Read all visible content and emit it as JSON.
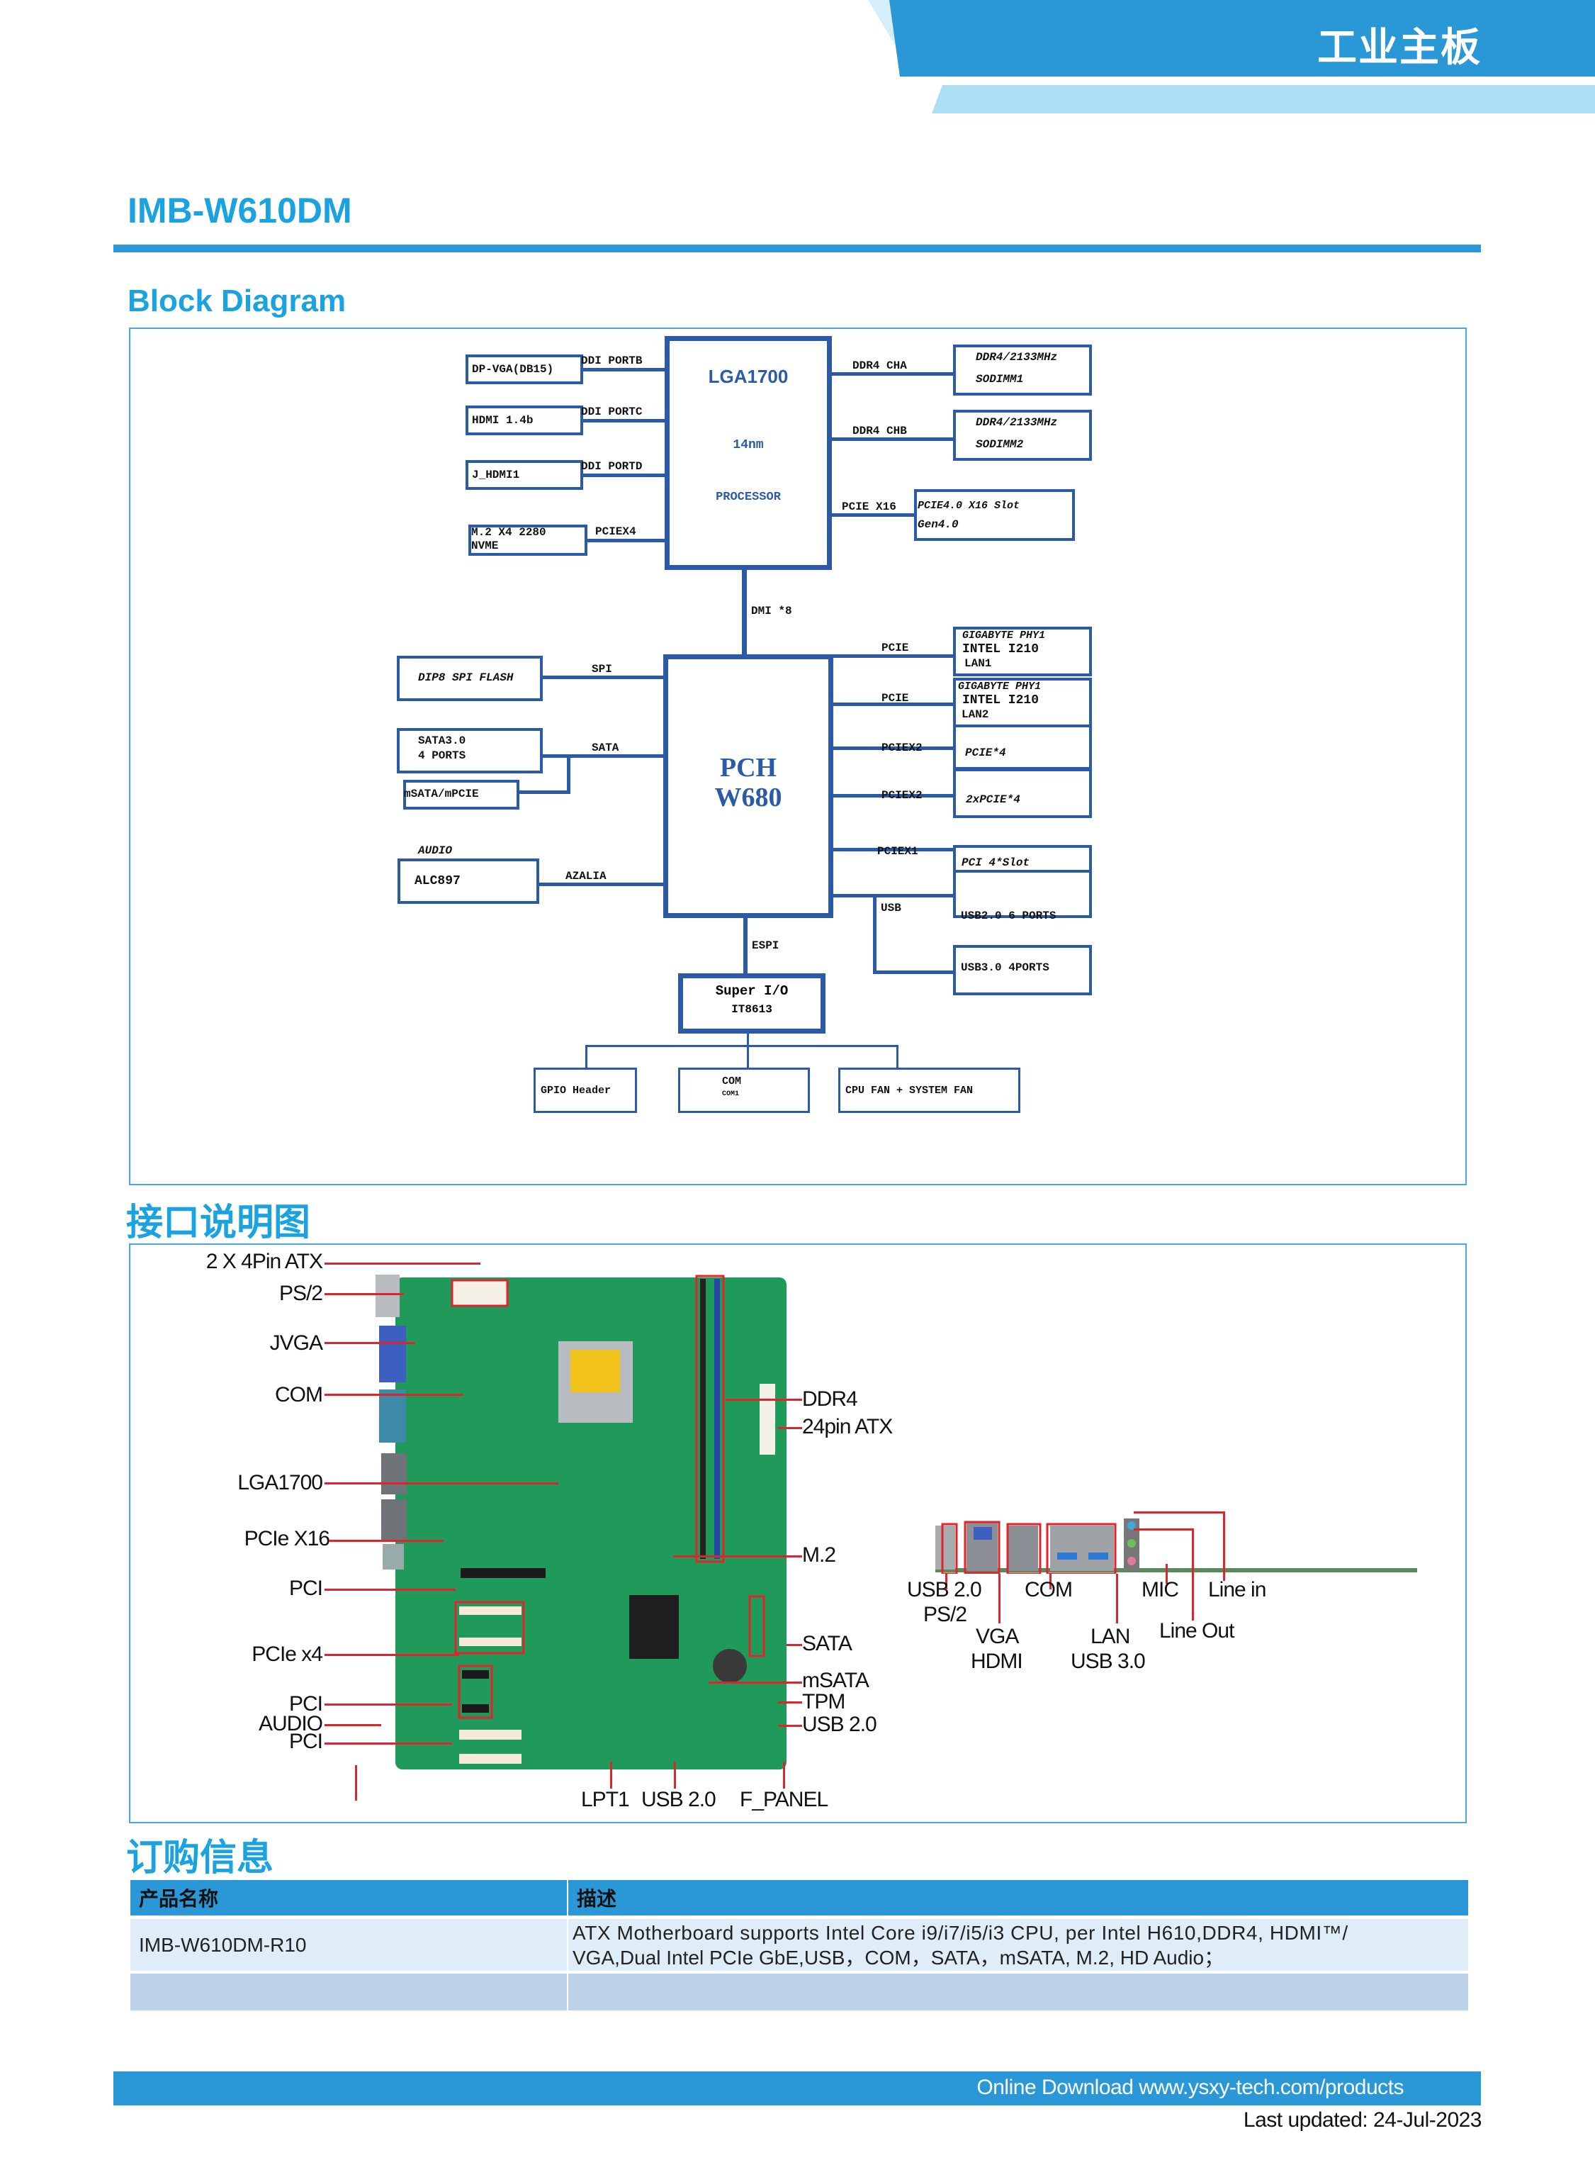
{
  "header": {
    "category": "工业主板",
    "colors": {
      "primary": "#2a98d6",
      "light": "#aadff6",
      "title": "#1aa3e0",
      "diagram_line": "#2b5ba8",
      "callout": "#e0242c"
    }
  },
  "model": "IMB-W610DM",
  "block_diagram": {
    "title": "Block Diagram",
    "cpu": {
      "name": "LGA1700",
      "process": "14nm",
      "label": "PROCESSOR"
    },
    "cpu_left": [
      {
        "device": "DP-VGA(DB15)",
        "bus": "DDI PORTB"
      },
      {
        "device": "HDMI 1.4b",
        "bus": "DDI PORTC"
      },
      {
        "device": "J_HDMI1",
        "bus": "DDI PORTD"
      },
      {
        "device_line1": "M.2 X4 2280",
        "device_line2": "NVME",
        "bus": "PCIEX4"
      }
    ],
    "cpu_right": [
      {
        "bus": "DDR4 CHA",
        "line1": "DDR4/2133MHz",
        "line2": "SODIMM1"
      },
      {
        "bus": "DDR4 CHB",
        "line1": "DDR4/2133MHz",
        "line2": "SODIMM2"
      },
      {
        "bus": "PCIE X16",
        "line1": "PCIE4.0 X16 Slot",
        "line2": "Gen4.0"
      }
    ],
    "dmi": "DMI *8",
    "pch": {
      "line1": "PCH",
      "line2": "W680"
    },
    "pch_left": [
      {
        "device": "DIP8 SPI FLASH",
        "bus": "SPI"
      },
      {
        "device_line1": "SATA3.0",
        "device_line2": "4 PORTS",
        "bus": "SATA"
      },
      {
        "device": "mSATA/mPCIE"
      },
      {
        "caption": "AUDIO",
        "device": "ALC897",
        "bus": "AZALIA"
      }
    ],
    "pch_right": [
      {
        "bus": "PCIE",
        "line1": "GIGABYTE PHY1",
        "line2": "INTEL I210",
        "line3": "LAN1"
      },
      {
        "bus": "PCIE",
        "line1": "GIGABYTE PHY1",
        "line2": "INTEL I210",
        "line3": "LAN2"
      },
      {
        "bus": "PCIEX2",
        "line1": "PCIE*4"
      },
      {
        "bus": "PCIEX2",
        "line1": "2xPCIE*4"
      },
      {
        "bus": "PCIEX1",
        "line1": "PCI 4*Slot"
      },
      {
        "bus": "USB",
        "line1": "USB2.0 6 PORTS"
      },
      {
        "line1": "USB3.0 4PORTS"
      }
    ],
    "espi": "ESPI",
    "superio": {
      "line1": "Super I/O",
      "line2": "IT8613"
    },
    "superio_children": [
      {
        "line1": "GPIO Header"
      },
      {
        "line1": "COM",
        "line2": "COM1"
      },
      {
        "line1": "CPU FAN + SYSTEM FAN"
      }
    ]
  },
  "interface": {
    "title": "接口说明图",
    "board_left": [
      "2  X 4Pin ATX",
      "PS/2",
      "JVGA",
      "COM",
      "LGA1700",
      "PCIe X16",
      "PCI",
      "PCIe x4",
      "PCI",
      "AUDIO",
      "PCI"
    ],
    "board_right": [
      "DDR4",
      "24pin ATX",
      "M.2",
      "SATA",
      "mSATA",
      "TPM",
      "USB 2.0"
    ],
    "board_bottom": [
      "LPT1",
      "USB 2.0",
      "F_PANEL"
    ],
    "rear_io": {
      "usb_ps2": [
        "USB 2.0",
        "PS/2"
      ],
      "vga_hdmi": [
        "VGA",
        "HDMI"
      ],
      "com": "COM",
      "lan_usb3": [
        "LAN",
        "USB 3.0"
      ],
      "mic": "MIC",
      "line_out": "Line Out",
      "line_in": "Line in"
    }
  },
  "ordering": {
    "title": "订购信息",
    "columns": [
      "产品名称",
      "描述"
    ],
    "rows": [
      {
        "name": "IMB-W610DM-R10",
        "desc_line1": "ATX Motherboard supports Intel Core i9/i7/i5/i3 CPU, per Intel H610,DDR4, HDMI™/",
        "desc_line2": "VGA,Dual Intel PCIe GbE,USB，COM，SATA，mSATA, M.2, HD Audio；"
      },
      {
        "name": "",
        "desc_line1": "",
        "desc_line2": ""
      }
    ]
  },
  "footer": {
    "download": "Online Download www.ysxy-tech.com/products",
    "updated": "Last updated: 24-Jul-2023"
  }
}
